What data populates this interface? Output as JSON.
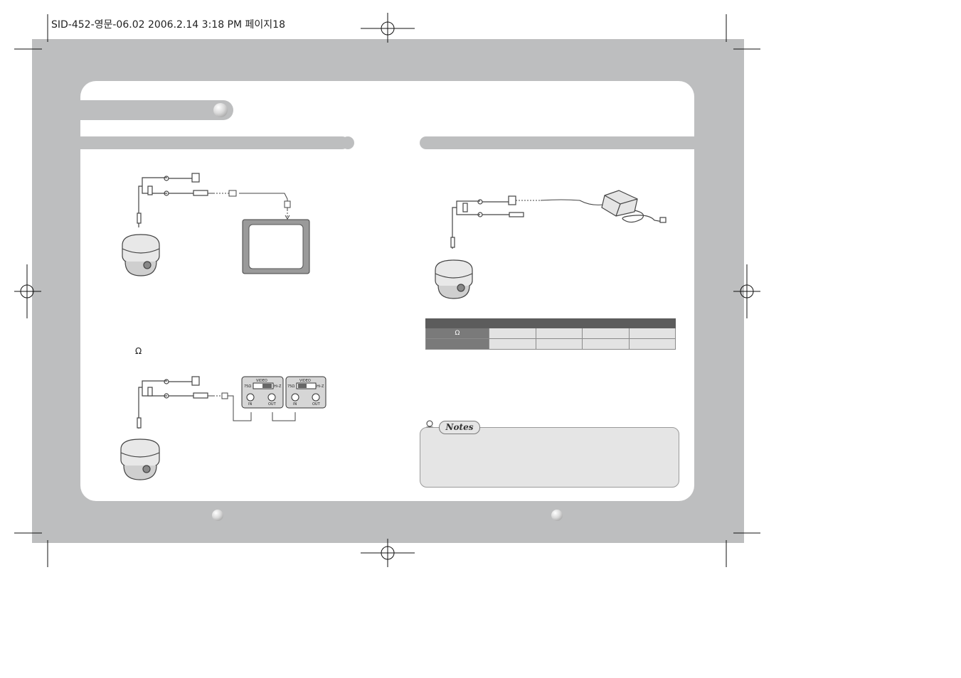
{
  "header": {
    "file_stamp": "SID-452-영문-06.02  2006.2.14 3:18 PM 페이지18"
  },
  "left_page": {
    "impedance_symbol": "Ω",
    "switch_panel_1": {
      "title": "VIDEO",
      "left_option": "75Ω",
      "right_option": "Hi-Z",
      "in_label": "IN",
      "out_label": "OUT"
    },
    "switch_panel_2": {
      "title": "VIDEO",
      "left_option": "75Ω",
      "right_option": "Hi-Z",
      "in_label": "IN",
      "out_label": "OUT"
    }
  },
  "right_page": {
    "table": {
      "row1_label": "Ω"
    },
    "notes_label": "Notes"
  },
  "colors": {
    "spread_gray": "#bdbebf",
    "panel_white": "#ffffff",
    "table_header": "#5c5c5c",
    "table_rowhead": "#7a7a7a",
    "table_cell": "#e3e3e3",
    "notes_bg": "#e5e5e5"
  },
  "icons": [
    "registration-mark-icon",
    "dome-camera-icon",
    "monitor-icon",
    "power-adapter-icon",
    "notes-person-icon"
  ]
}
